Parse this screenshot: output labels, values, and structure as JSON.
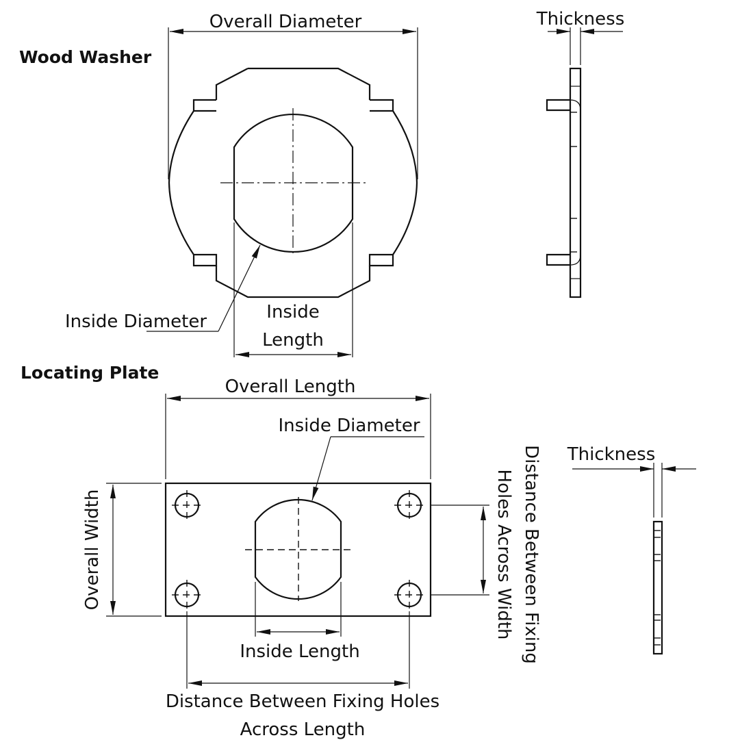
{
  "wood_washer": {
    "title": "Wood Washer",
    "labels": {
      "overall_diameter": "Overall Diameter",
      "thickness": "Thickness",
      "inside_diameter": "Inside Diameter",
      "inside_length_line1": "Inside",
      "inside_length_line2": "Length"
    }
  },
  "locating_plate": {
    "title": "Locating Plate",
    "labels": {
      "overall_length": "Overall Length",
      "inside_diameter": "Inside Diameter",
      "thickness": "Thickness",
      "overall_width": "Overall Width",
      "hole_dist_width_line1": "Distance Between Fixing",
      "hole_dist_width_line2": "Holes Across Width",
      "inside_length": "Inside Length",
      "hole_dist_length_line1": "Distance Between Fixing Holes",
      "hole_dist_length_line2": "Across Length"
    }
  }
}
